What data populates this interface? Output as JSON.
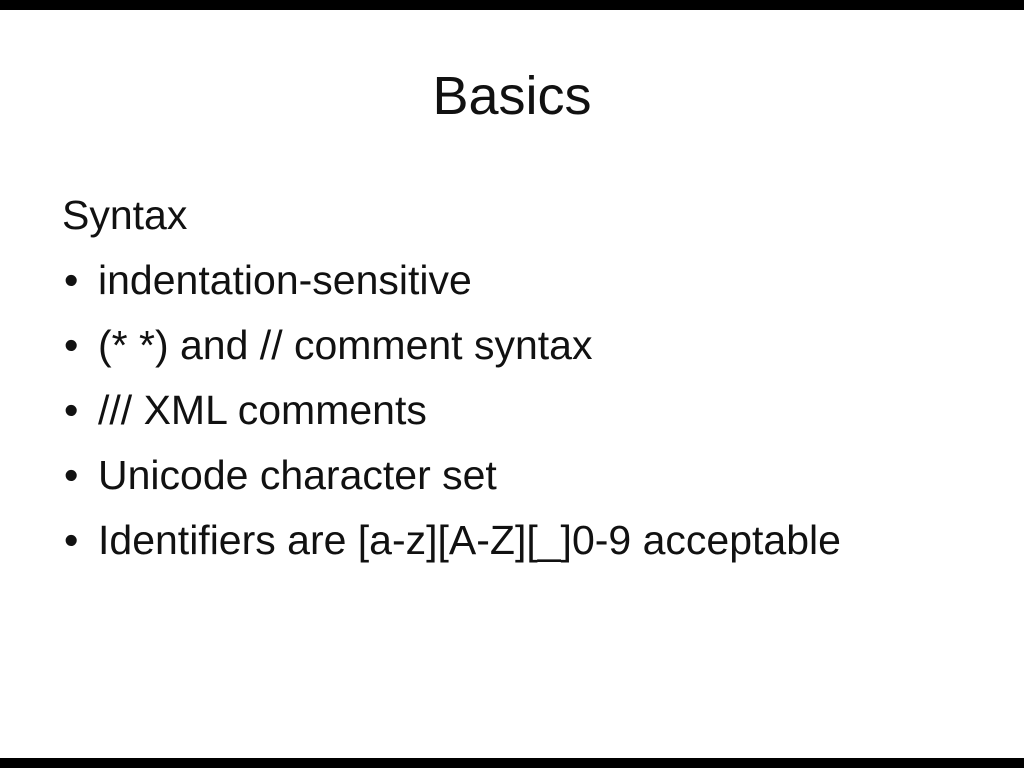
{
  "slide": {
    "title": "Basics",
    "body": {
      "heading": "Syntax",
      "bullet_char": "•",
      "bullets": [
        "indentation-sensitive",
        "(* *) and // comment syntax",
        "/// XML comments",
        "Unicode character set",
        "Identifiers are [a-z][A-Z][_]0-9 acceptable"
      ]
    },
    "colors": {
      "slide_background": "#ffffff",
      "text": "#111111",
      "letterbox": "#000000"
    }
  }
}
